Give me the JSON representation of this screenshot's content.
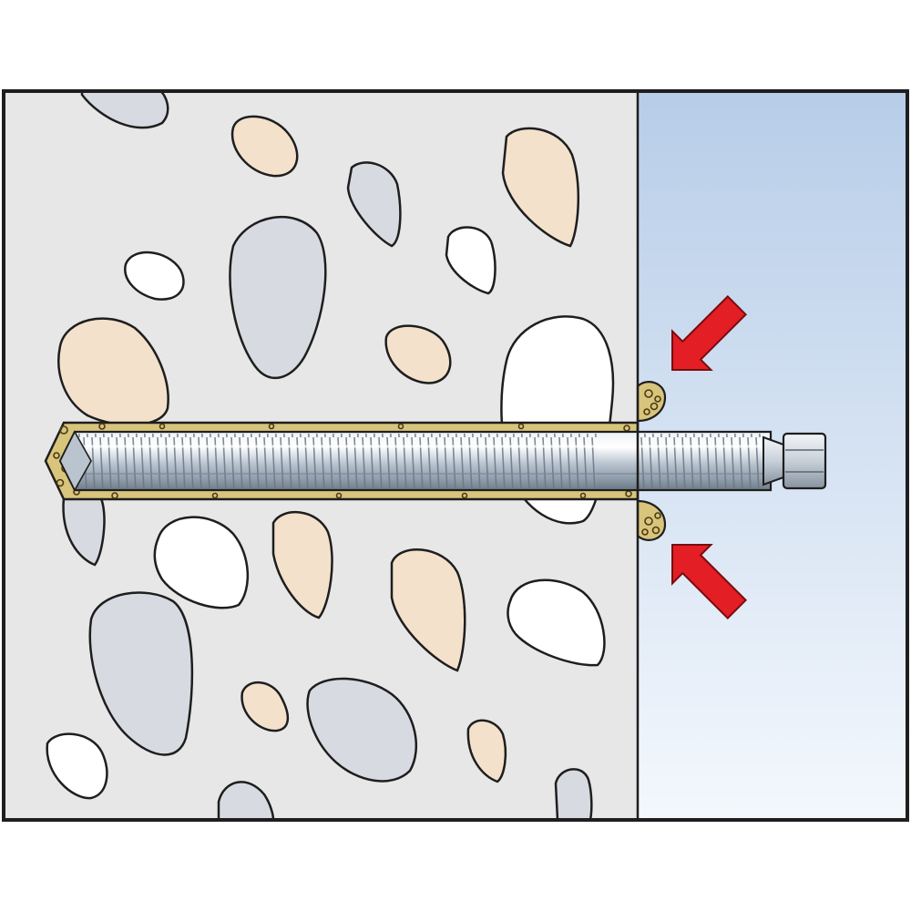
{
  "diagram": {
    "colors": {
      "background": "#ffffff",
      "outline": "#1e1e1e",
      "concrete": "#e7e7e8",
      "stone_tan": "#f3e1cc",
      "stone_grey": "#d7dbe1",
      "stone_white": "#ffffff",
      "air_top": "#b7cde8",
      "air_bottom": "#f4f8fd",
      "mortar": "#d9c47c",
      "mortar_dark": "#4a3a14",
      "rod_light": "#f2f5f8",
      "rod_mid": "#b9c4cf",
      "rod_dark": "#7b8896",
      "arrow": "#e31e24"
    },
    "parts": {
      "base_material": "concrete-with-aggregate",
      "fixture_side": "open-air",
      "anchor": "threaded-anchor-rod-with-hex-end",
      "bonding": "injection-mortar",
      "arrows": {
        "count": 2,
        "direction": "toward-hole-mouth",
        "color_name": "red"
      }
    }
  }
}
